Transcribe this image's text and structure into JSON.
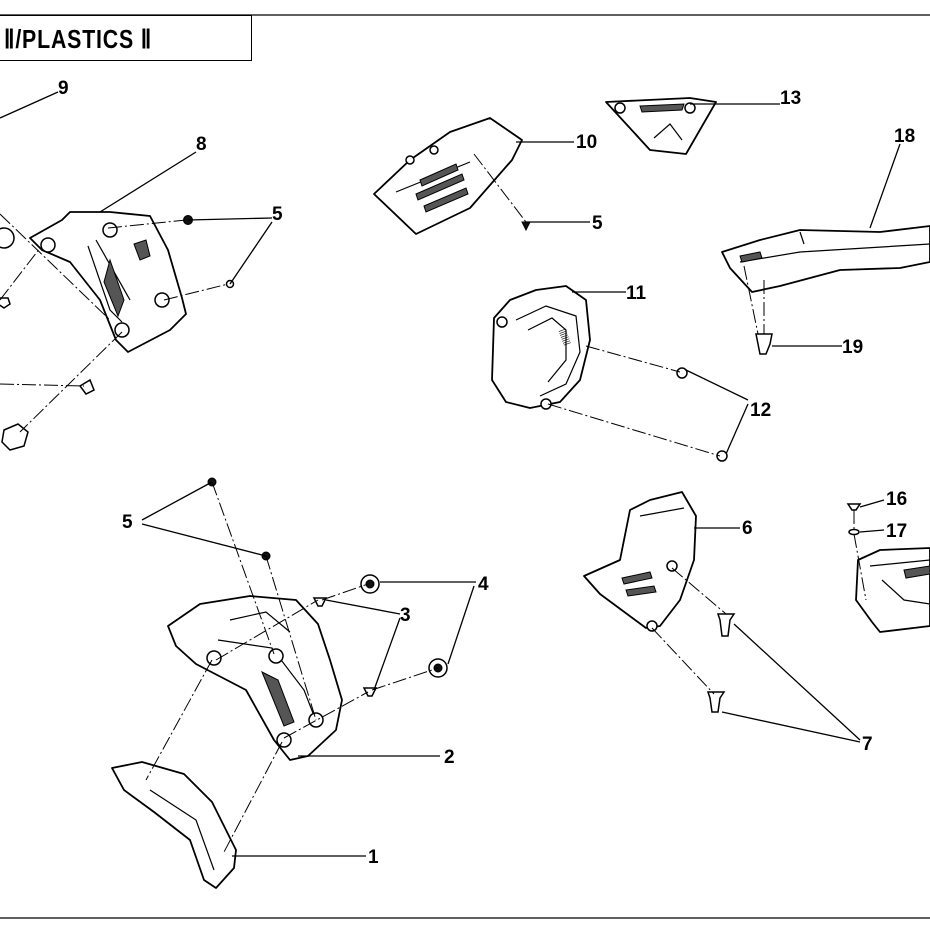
{
  "title": "Ⅱ/PLASTICS Ⅱ",
  "callouts": [
    "1",
    "2",
    "3",
    "4",
    "5",
    "5",
    "5",
    "6",
    "7",
    "8",
    "9",
    "10",
    "11",
    "12",
    "13",
    "16",
    "17",
    "18",
    "19"
  ]
}
